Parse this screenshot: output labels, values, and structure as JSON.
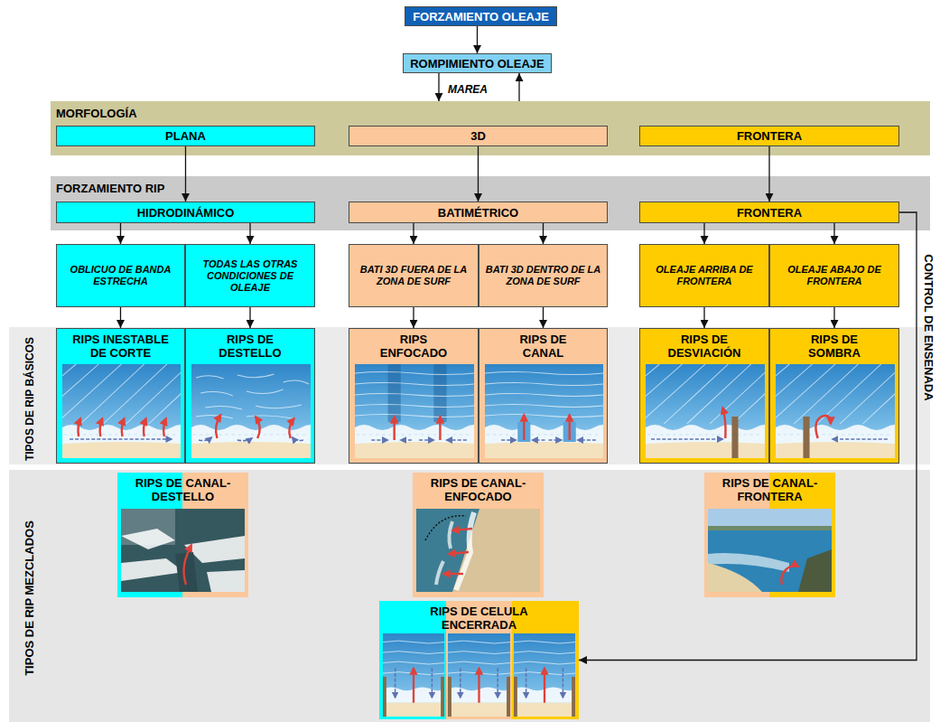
{
  "diagram": {
    "nodes": [
      {
        "text": [
          "FORZAMIENTO OLEAJE"
        ]
      },
      {
        "text": [
          "ROMPIMIENTO OLEAJE"
        ]
      },
      {
        "text": [
          "MORFOLOGÍA"
        ]
      },
      {
        "text": [
          "PLANA"
        ],
        "in": 2
      },
      {
        "text": [
          "3D"
        ],
        "in": 2
      },
      {
        "text": [
          "FRONTERA"
        ],
        "in": 2
      },
      {
        "text": [
          "FORZAMIENTO RIP"
        ]
      },
      {
        "text": [
          "HIDRODINÁMICO"
        ],
        "in": 6
      },
      {
        "text": [
          "BATIMÉTRICO"
        ],
        "in": 6
      },
      {
        "text": [
          "FRONTERA"
        ],
        "in": 6
      },
      {
        "text": [
          "OBLICUO DE BANDA ESTRECHA"
        ]
      },
      {
        "text": [
          "TODAS LAS OTRAS CONDICIONES DE OLEAJE"
        ]
      },
      {
        "text": [
          "BATI 3D FUERA DE LA ZONA DE SURF"
        ]
      },
      {
        "text": [
          "BATI 3D DENTRO DE LA ZONA DE SURF"
        ]
      },
      {
        "text": [
          "OLEAJE ARRIBA DE FRONTERA"
        ]
      },
      {
        "text": [
          "OLEAJE ABAJO DE FRONTERA"
        ]
      },
      {
        "text": [
          "TIPOS DE RIP BÁSICOS"
        ]
      },
      {
        "text": [
          "RIPS INESTABLE DE CORTE"
        ],
        "in": 16
      },
      {
        "text": [
          "RIPS DE DESTELLO"
        ],
        "in": 16
      },
      {
        "text": [
          "RIPS ENFOCADO"
        ],
        "in": 16
      },
      {
        "text": [
          "RIPS DE CANAL"
        ],
        "in": 16
      },
      {
        "text": [
          "RIPS DE DESVIACIÓN"
        ],
        "in": 16
      },
      {
        "text": [
          "RIPS DE SOMBRA"
        ],
        "in": 16
      },
      {
        "text": [
          "TIPOS DE RIP MEZCLADOS"
        ]
      },
      {
        "text": [
          "RIPS DE CANAL-DESTELLO"
        ],
        "in": 23
      },
      {
        "text": [
          "RIPS DE CANAL-ENFOCADO"
        ],
        "in": 23
      },
      {
        "text": [
          "RIPS DE CANAL-FRONTERA"
        ],
        "in": 23
      },
      {
        "text": [
          "RIPS DE CELULA ENCERRADA"
        ],
        "in": 23
      }
    ],
    "edges": [
      {
        "from": 0,
        "to": 1,
        "arrow": "to"
      },
      {
        "from": 1,
        "to": 2,
        "label": "MAREA",
        "arrow": "to"
      },
      {
        "from": 2,
        "to": 1,
        "arrow": "to"
      },
      {
        "from": 3,
        "to": 7,
        "arrow": "to"
      },
      {
        "from": 4,
        "to": 8,
        "arrow": "to"
      },
      {
        "from": 5,
        "to": 9,
        "arrow": "to"
      },
      {
        "from": 7,
        "to": 10,
        "arrow": "to"
      },
      {
        "from": 7,
        "to": 11,
        "arrow": "to"
      },
      {
        "from": 8,
        "to": 12,
        "arrow": "to"
      },
      {
        "from": 8,
        "to": 13,
        "arrow": "to"
      },
      {
        "from": 9,
        "to": 14,
        "arrow": "to"
      },
      {
        "from": 9,
        "to": 15,
        "arrow": "to"
      },
      {
        "from": 10,
        "to": 17,
        "arrow": "to"
      },
      {
        "from": 11,
        "to": 18,
        "arrow": "to"
      },
      {
        "from": 12,
        "to": 19,
        "arrow": "to"
      },
      {
        "from": 13,
        "to": 20,
        "arrow": "to"
      },
      {
        "from": 14,
        "to": 21,
        "arrow": "to"
      },
      {
        "from": 15,
        "to": 22,
        "arrow": "to"
      },
      {
        "from": 9,
        "to": 27,
        "label": "CONTROL DE ENSENADA",
        "arrow": "to"
      }
    ]
  }
}
